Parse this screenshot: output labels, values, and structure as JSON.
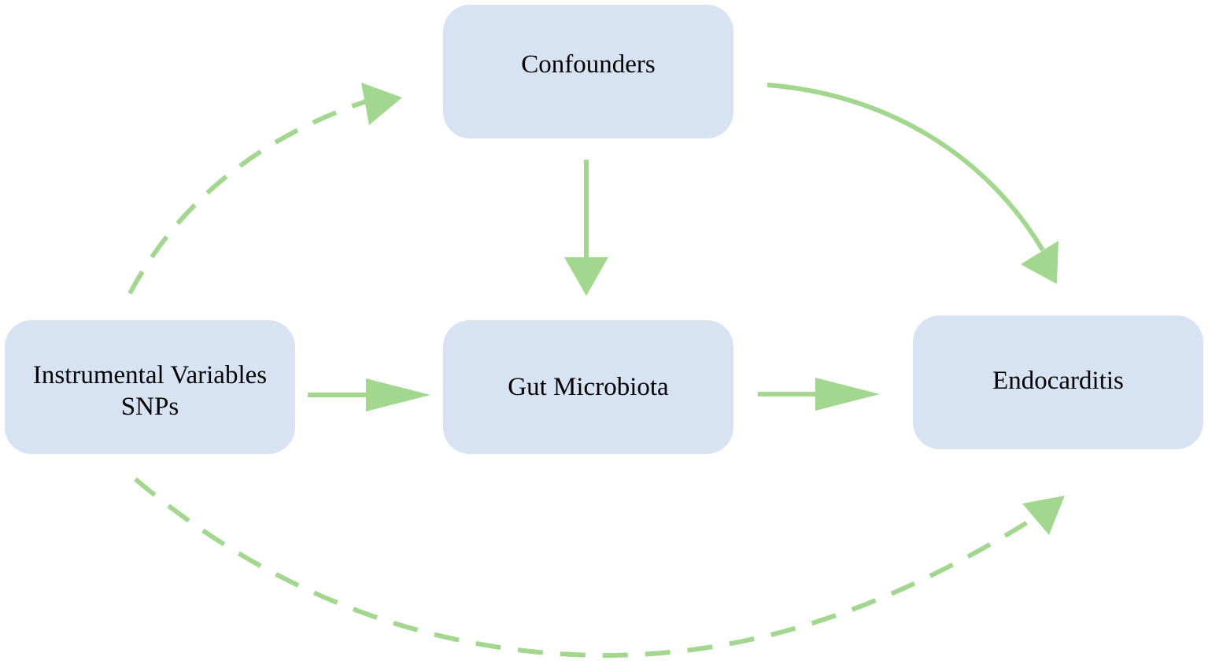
{
  "diagram": {
    "nodes": {
      "confounders": "Confounders",
      "instrumental_variables": "Instrumental Variables\nSNPs",
      "gut_microbiota": "Gut Microbiota",
      "endocarditis": "Endocarditis"
    },
    "edges": [
      {
        "from": "instrumental_variables",
        "to": "confounders",
        "style": "dashed"
      },
      {
        "from": "instrumental_variables",
        "to": "gut_microbiota",
        "style": "solid"
      },
      {
        "from": "instrumental_variables",
        "to": "endocarditis",
        "style": "dashed"
      },
      {
        "from": "confounders",
        "to": "gut_microbiota",
        "style": "solid"
      },
      {
        "from": "confounders",
        "to": "endocarditis",
        "style": "solid"
      },
      {
        "from": "gut_microbiota",
        "to": "endocarditis",
        "style": "solid"
      }
    ],
    "colors": {
      "node_fill": "#d7e3f2",
      "arrow": "#a3d68f",
      "text": "#000000"
    }
  }
}
